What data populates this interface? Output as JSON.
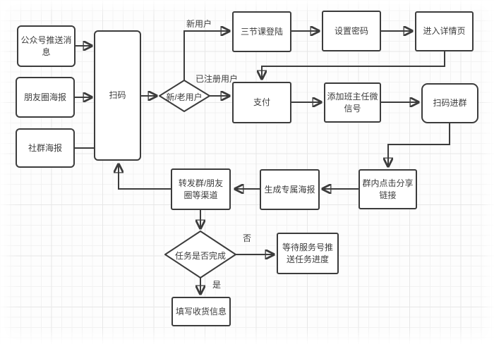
{
  "diagram": {
    "title": "user-growth-flowchart",
    "colors": {
      "stroke": "#3c3c3c",
      "text": "#3c3c3c",
      "node_fill": "#ffffff",
      "background": "#fdfdfd",
      "grid_minor": "#f2f2f2",
      "grid_major": "#e7e7e7"
    },
    "nodes": [
      {
        "id": "official-account-push",
        "type": "rect",
        "label": "公众号推送消\n息"
      },
      {
        "id": "moments-poster",
        "type": "rect",
        "label": "朋友圈海报"
      },
      {
        "id": "community-poster",
        "type": "rect",
        "label": "社群海报"
      },
      {
        "id": "scan-code",
        "type": "rect",
        "label": "扫码"
      },
      {
        "id": "new-or-old-user",
        "type": "diamond",
        "label": "新/老用户"
      },
      {
        "id": "sanjieke-login",
        "type": "rect",
        "label": "三节课登陆"
      },
      {
        "id": "set-password",
        "type": "rect",
        "label": "设置密码"
      },
      {
        "id": "enter-detail-page",
        "type": "rect",
        "label": "进入详情页"
      },
      {
        "id": "payment",
        "type": "rect",
        "label": "支付"
      },
      {
        "id": "add-teacher-wechat",
        "type": "rect",
        "label": "添加班主任微\n信号"
      },
      {
        "id": "scan-to-join-group",
        "type": "rect",
        "label": "扫码进群"
      },
      {
        "id": "click-share-link-in-group",
        "type": "rect",
        "label": "群内点击分享\n链接"
      },
      {
        "id": "generate-exclusive-poster",
        "type": "rect",
        "label": "生成专属海报"
      },
      {
        "id": "forward-to-channels",
        "type": "rect",
        "label": "转发群/朋友\n圈等渠道"
      },
      {
        "id": "task-completed",
        "type": "diamond",
        "label": "任务是否完成"
      },
      {
        "id": "wait-service-account-progress",
        "type": "rect",
        "label": "等待服务号推\n送任务进度"
      },
      {
        "id": "fill-shipping-info",
        "type": "rect",
        "label": "填写收货信息"
      }
    ],
    "edge_labels": {
      "new_user": "新用户",
      "registered_user": "已注册用户",
      "no": "否",
      "yes": "是"
    }
  }
}
